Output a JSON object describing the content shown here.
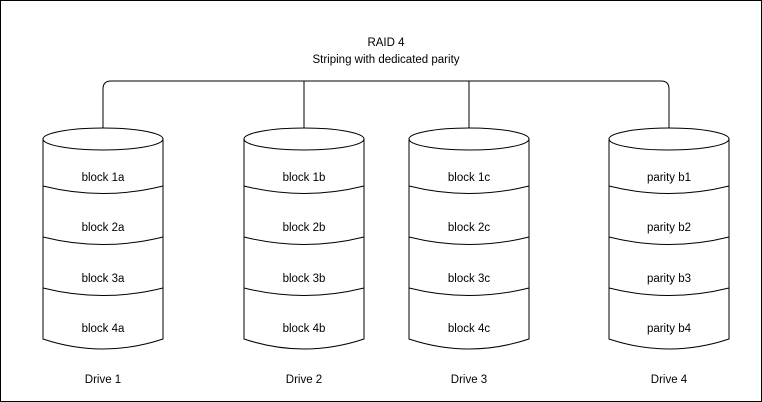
{
  "diagram": {
    "title": "RAID 4",
    "subtitle": "Striping with dedicated parity",
    "background_color": "#ffffff",
    "line_color": "#000000",
    "border_color": "#000000",
    "drives": [
      {
        "label": "Drive 1",
        "blocks": [
          "block 1a",
          "block 2a",
          "block 3a",
          "block 4a"
        ]
      },
      {
        "label": "Drive 2",
        "blocks": [
          "block 1b",
          "block 2b",
          "block 3b",
          "block 4b"
        ]
      },
      {
        "label": "Drive 3",
        "blocks": [
          "block 1c",
          "block 2c",
          "block 3c",
          "block 4c"
        ]
      },
      {
        "label": "Drive 4",
        "blocks": [
          "parity b1",
          "parity b2",
          "parity b3",
          "parity b4"
        ]
      }
    ]
  }
}
